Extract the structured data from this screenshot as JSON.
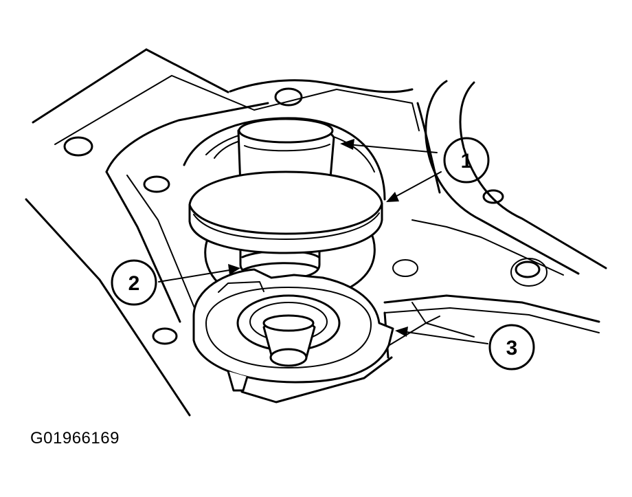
{
  "callouts": [
    {
      "label": "1"
    },
    {
      "label": "2"
    },
    {
      "label": "3"
    }
  ],
  "figure_id": "G01966169"
}
